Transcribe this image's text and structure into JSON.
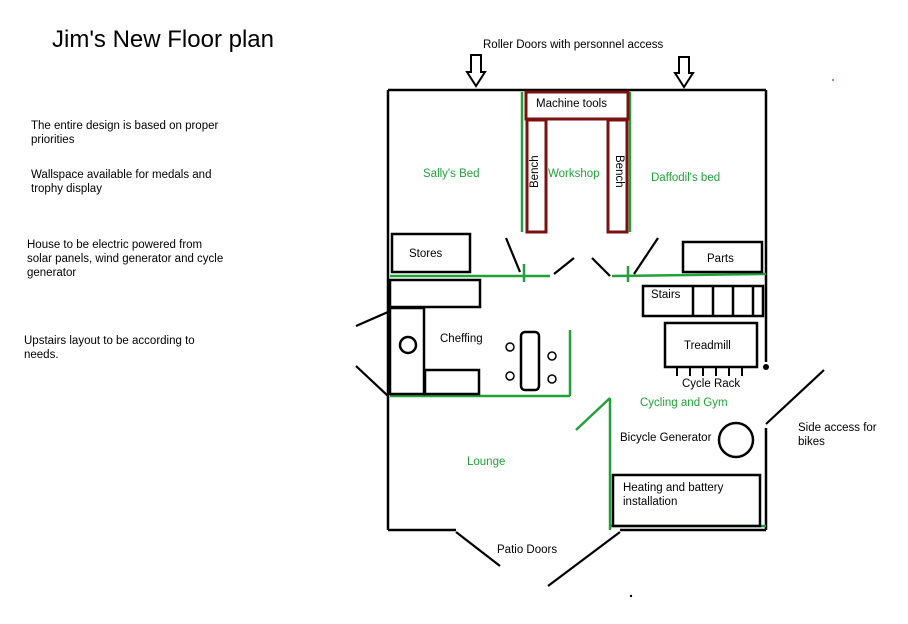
{
  "title": "Jim's New Floor plan",
  "notes": {
    "priorities": "The entire design is based on proper priorities",
    "wallspace": "Wallspace available for medals and trophy display",
    "power": "House to be electric powered from solar panels, wind generator and cycle generator",
    "upstairs": "Upstairs layout to be according to needs."
  },
  "labels": {
    "roller_doors": "Roller Doors with personnel access",
    "machine_tools": "Machine tools",
    "bench_left": "Bench",
    "bench_right": "Bench",
    "workshop": "Workshop",
    "sallys_bed": "Sally's Bed",
    "daffodils_bed": "Daffodil's bed",
    "stores": "Stores",
    "parts": "Parts",
    "stairs": "Stairs",
    "cheffing": "Cheffing",
    "treadmill": "Treadmill",
    "cycle_rack": "Cycle Rack",
    "cycling_gym": "Cycling and Gym",
    "bicycle_generator": "Bicycle Generator",
    "lounge": "Lounge",
    "heating": "Heating and battery installation",
    "side_access": "Side access for bikes",
    "patio_doors": "Patio Doors"
  },
  "colors": {
    "wall": "#000000",
    "partition": "#22a13a",
    "workshop": "#7a1010",
    "room_label": "#22a13a"
  }
}
